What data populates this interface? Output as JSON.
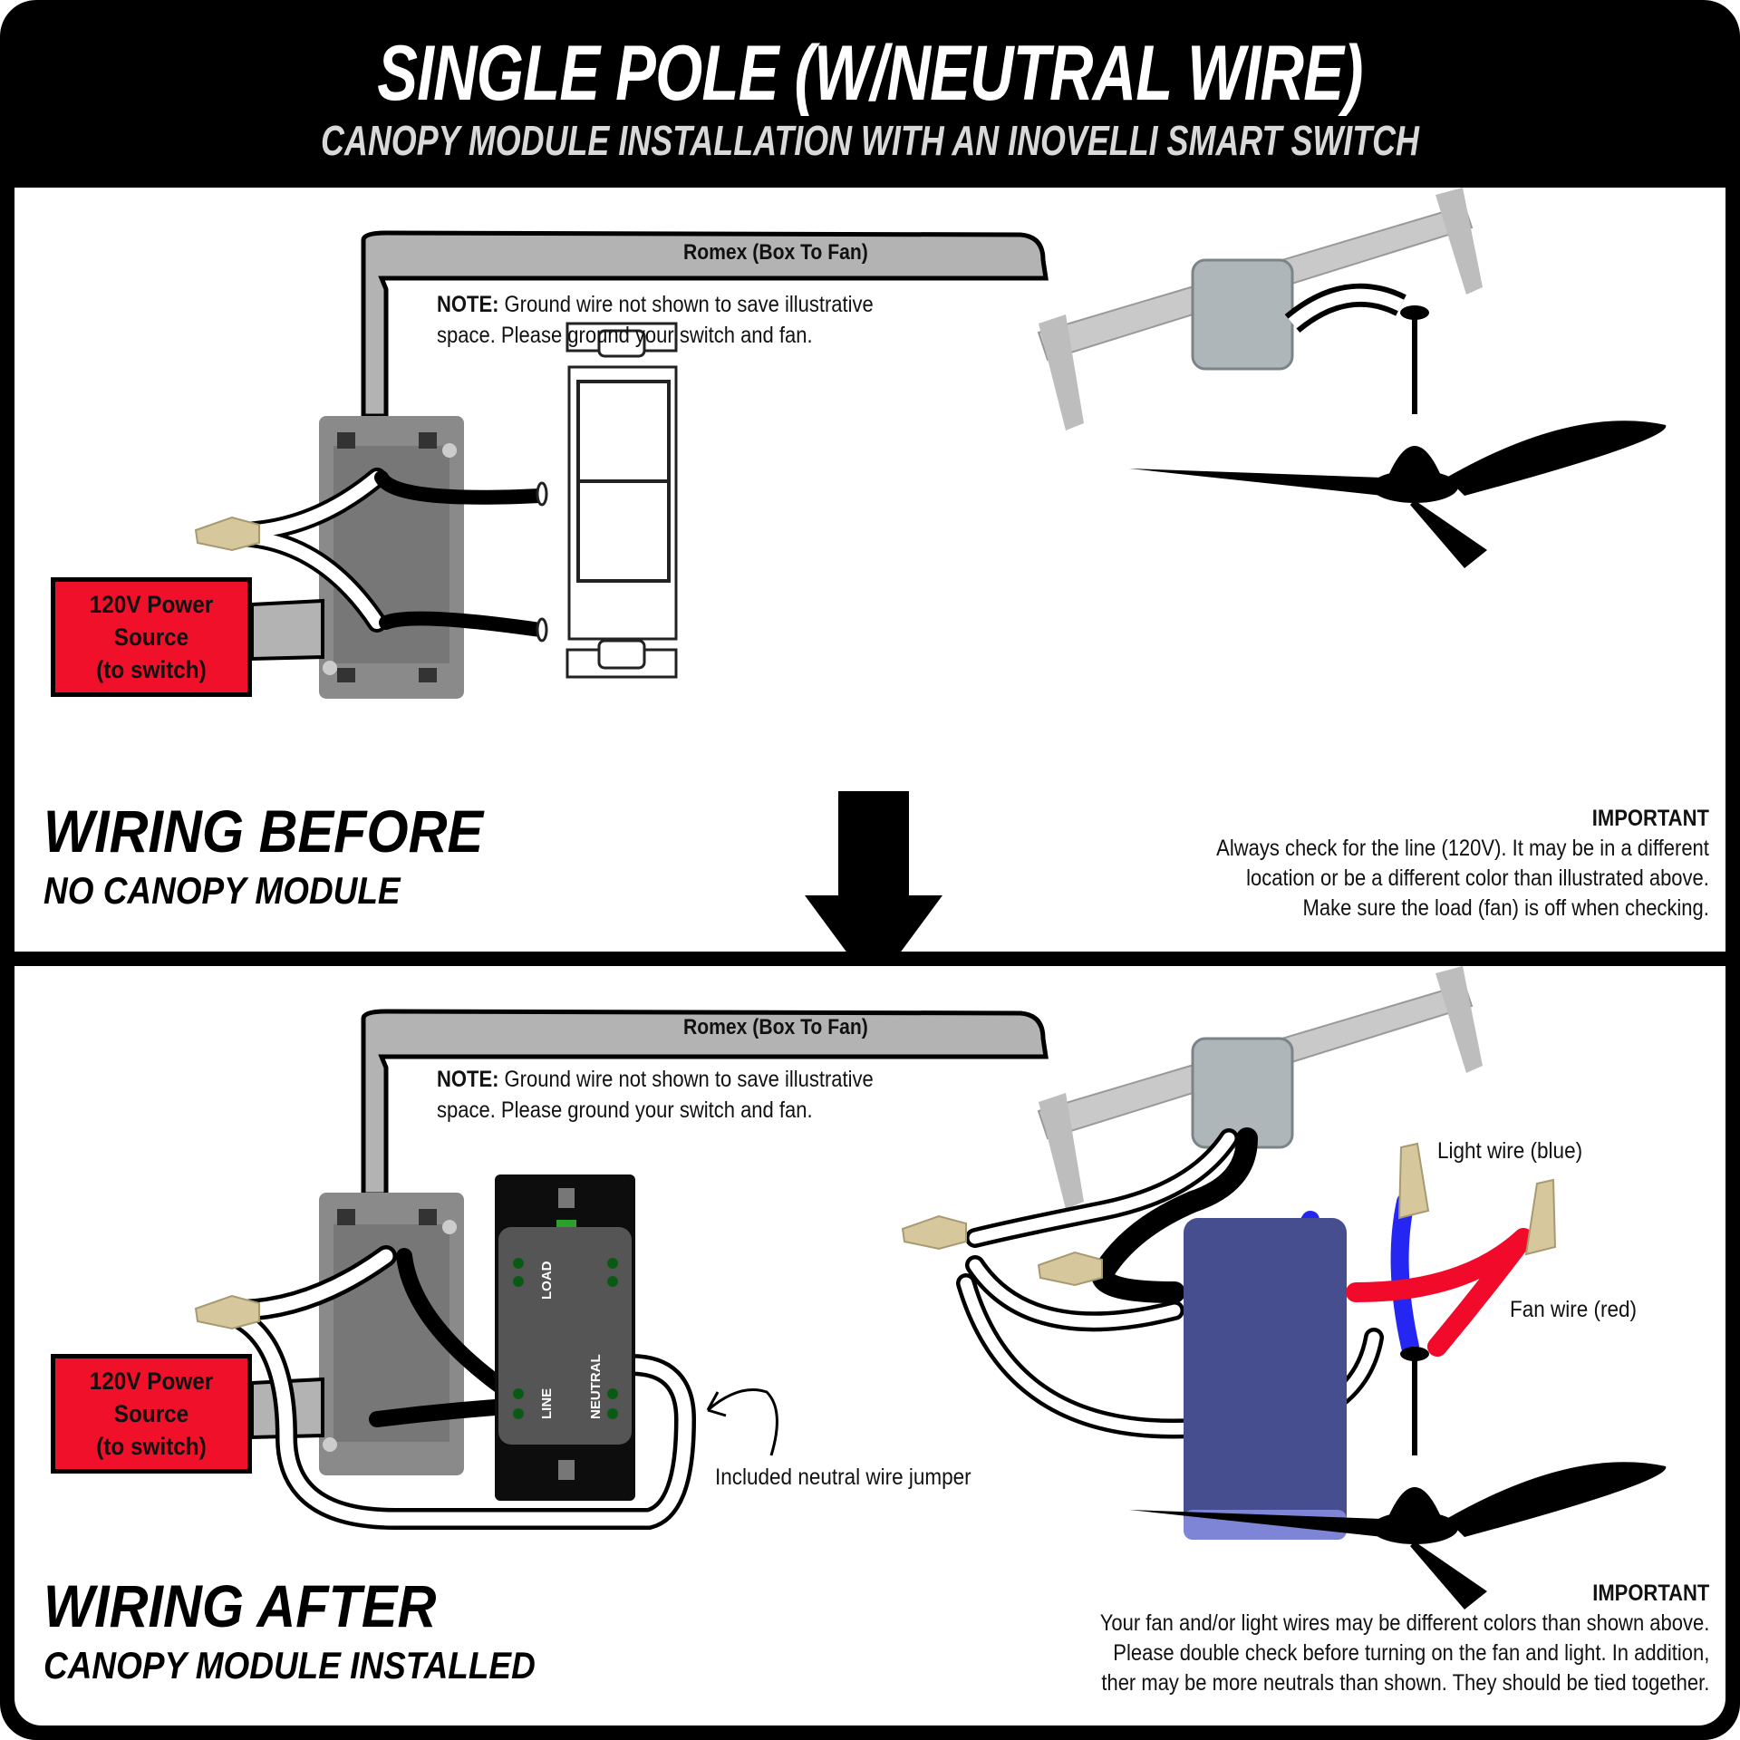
{
  "header": {
    "title": "SINGLE POLE (W/NEUTRAL WIRE)",
    "subtitle": "CANOPY MODULE INSTALLATION WITH AN INOVELLI SMART SWITCH"
  },
  "before": {
    "romex_label": "Romex (Box To Fan)",
    "note_bold": "NOTE:",
    "note_line1": " Ground wire not shown to save illustrative",
    "note_line2": "space. Please ground your switch and fan.",
    "power_source": [
      "120V Power",
      "Source",
      "(to switch)"
    ],
    "section_title": "WIRING BEFORE",
    "section_subtitle": "NO CANOPY MODULE",
    "important": {
      "heading": "IMPORTANT",
      "lines": [
        "Always check for the line (120V). It may be in a different",
        "location or be a different color than illustrated above.",
        "Make sure the load (fan) is off when checking."
      ]
    }
  },
  "after": {
    "romex_label": "Romex (Box To Fan)",
    "note_bold": "NOTE:",
    "note_line1": " Ground wire not shown to save illustrative",
    "note_line2": "space. Please ground your switch and fan.",
    "power_source": [
      "120V Power",
      "Source",
      "(to switch)"
    ],
    "switch_terminals": {
      "load": "LOAD",
      "line": "LINE",
      "neutral": "NEUTRAL"
    },
    "jumper_label": "Included neutral wire jumper",
    "light_wire_label": "Light wire (blue)",
    "fan_wire_label": "Fan wire (red)",
    "section_title": "WIRING AFTER",
    "section_subtitle": "CANOPY MODULE INSTALLED",
    "important": {
      "heading": "IMPORTANT",
      "lines": [
        "Your fan and/or light wires may be different colors than shown above.",
        "Please double check before turning on the fan and light. In addition,",
        "ther may be more neutrals than shown. They should be tied together."
      ]
    }
  },
  "colors": {
    "power_box": "#f0102a",
    "romex": "#b3b3b3",
    "light_wire": "#2626f2",
    "fan_wire": "#f20a2a",
    "wire_nut": "#d6c79c",
    "canopy_module": "#474e90"
  }
}
